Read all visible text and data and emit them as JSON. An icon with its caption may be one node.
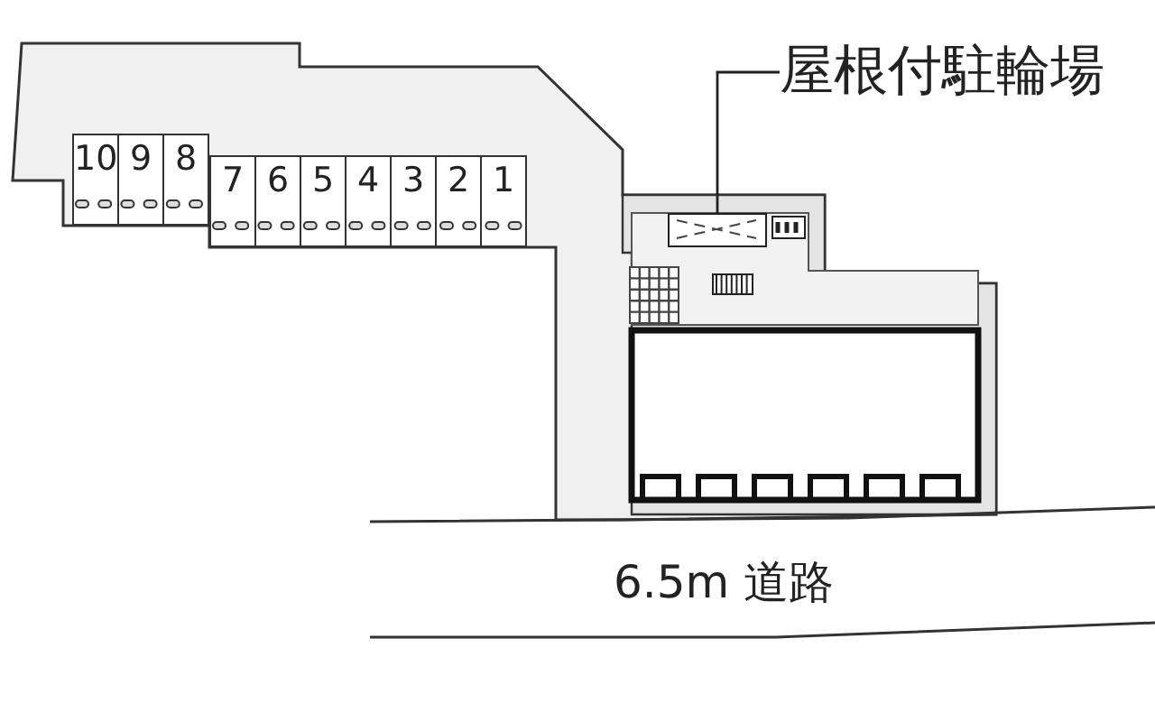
{
  "diagram": {
    "nodes": [
      {
        "text": [
          "10"
        ]
      },
      {
        "text": [
          "9"
        ]
      },
      {
        "text": [
          "8"
        ]
      },
      {
        "text": [
          "7"
        ]
      },
      {
        "text": [
          "6"
        ]
      },
      {
        "text": [
          "5"
        ]
      },
      {
        "text": [
          "4"
        ]
      },
      {
        "text": [
          "3"
        ]
      },
      {
        "text": [
          "2"
        ]
      },
      {
        "text": [
          "1"
        ]
      },
      {
        "text": [
          "屋根付駐輪場"
        ]
      },
      {
        "text": [],
        "shape": "box"
      }
    ],
    "edges": [
      {
        "from": 10,
        "to": 11,
        "arrow": "none"
      }
    ],
    "labels": [
      "6.5m 道路"
    ]
  }
}
